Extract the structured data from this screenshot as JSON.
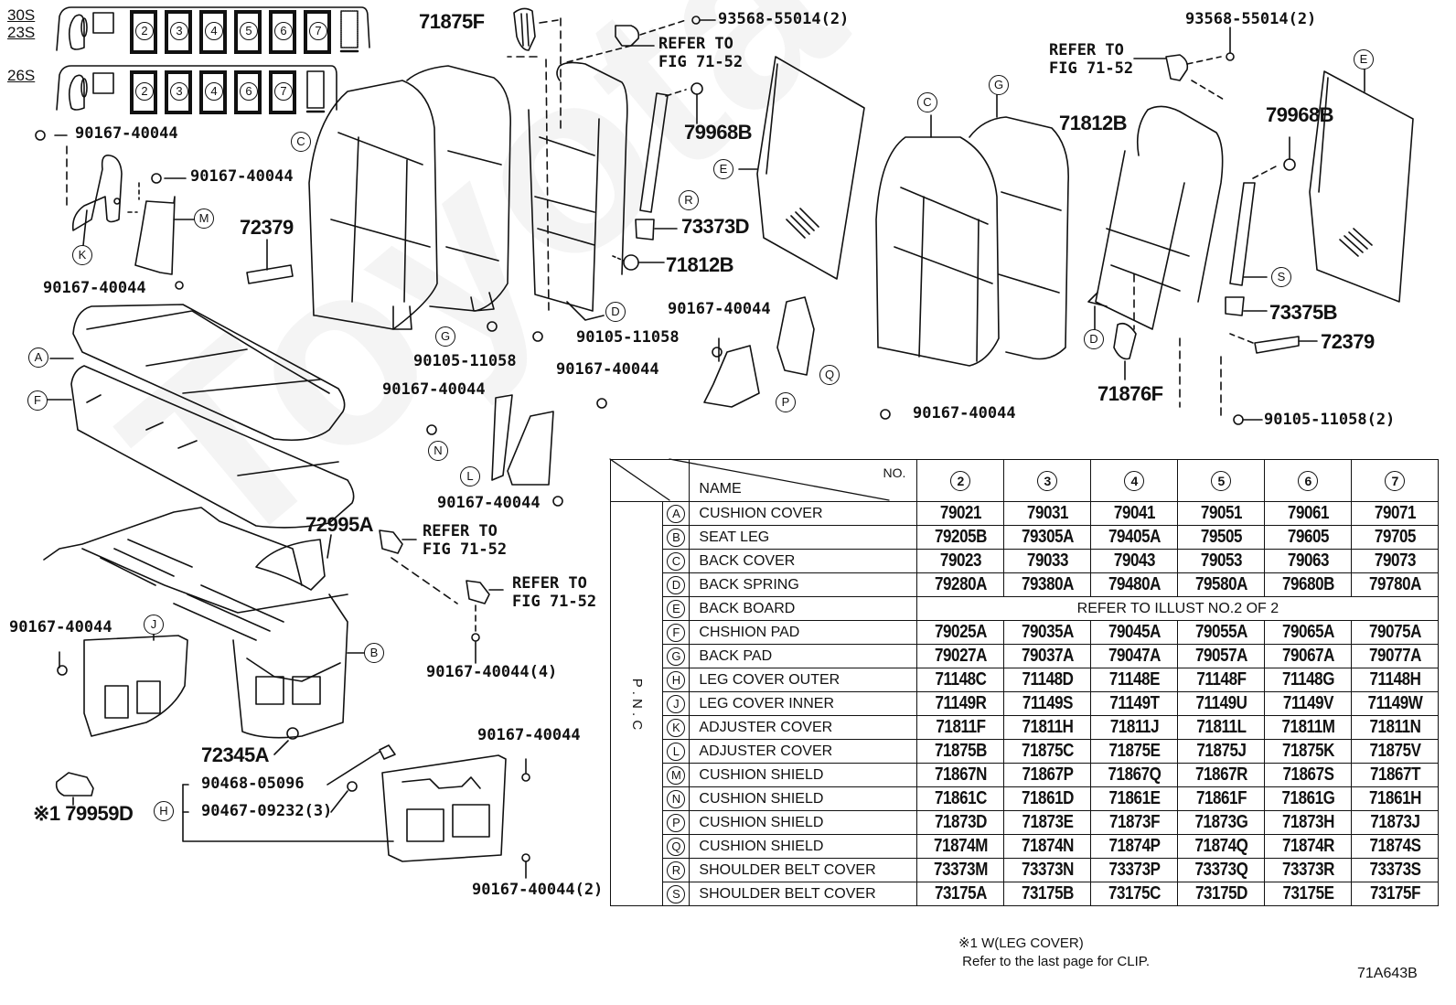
{
  "watermark": "ToyotaOnlineParts",
  "models": {
    "row1": {
      "labels": [
        "30S",
        "23S"
      ],
      "variants": [
        "2",
        "3",
        "4",
        "5",
        "6",
        "7"
      ]
    },
    "row2": {
      "labels": [
        "26S"
      ],
      "variants": [
        "2",
        "3",
        "4",
        "6",
        "7"
      ]
    }
  },
  "callouts": [
    {
      "id": "71875F",
      "text": "71875F"
    },
    {
      "id": "93568-55014-a",
      "text": "93568-55014(2)"
    },
    {
      "id": "refer-top-a",
      "text": "REFER TO\nFIG 71-52"
    },
    {
      "id": "79968B-a",
      "text": "79968B"
    },
    {
      "id": "73373D",
      "text": "73373D"
    },
    {
      "id": "71812B-a",
      "text": "71812B"
    },
    {
      "id": "90167-40044-k1",
      "text": "90167-40044"
    },
    {
      "id": "90167-40044-m1",
      "text": "90167-40044"
    },
    {
      "id": "72379-a",
      "text": "72379"
    },
    {
      "id": "90167-40044-m2",
      "text": "90167-40044"
    },
    {
      "id": "90105-11058-a",
      "text": "90105-11058"
    },
    {
      "id": "90105-11058-b",
      "text": "90105-11058"
    },
    {
      "id": "90167-40044-p",
      "text": "90167-40044"
    },
    {
      "id": "90167-40044-l1",
      "text": "90167-40044"
    },
    {
      "id": "90167-40044-n",
      "text": "90167-40044"
    },
    {
      "id": "90167-40044-l2",
      "text": "90167-40044"
    },
    {
      "id": "90167-40044-q",
      "text": "90167-40044"
    },
    {
      "id": "93568-55014-b",
      "text": "93568-55014(2)"
    },
    {
      "id": "refer-top-b",
      "text": "REFER TO\nFIG 71-52"
    },
    {
      "id": "71812B-b",
      "text": "71812B"
    },
    {
      "id": "79968B-b",
      "text": "79968B"
    },
    {
      "id": "73375B",
      "text": "73375B"
    },
    {
      "id": "72379-b",
      "text": "72379"
    },
    {
      "id": "71876F",
      "text": "71876F"
    },
    {
      "id": "90105-11058-c",
      "text": "90105-11058(2)"
    },
    {
      "id": "72995A",
      "text": "72995A"
    },
    {
      "id": "refer-mid-a",
      "text": "REFER TO\nFIG 71-52"
    },
    {
      "id": "refer-mid-b",
      "text": "REFER TO\nFIG 71-52"
    },
    {
      "id": "90167-40044-4",
      "text": "90167-40044(4)"
    },
    {
      "id": "90167-40044-j",
      "text": "90167-40044"
    },
    {
      "id": "72345A",
      "text": "72345A"
    },
    {
      "id": "90167-40044-h1",
      "text": "90167-40044"
    },
    {
      "id": "90468-05096",
      "text": "90468-05096"
    },
    {
      "id": "90467-09232",
      "text": "90467-09232(3)"
    },
    {
      "id": "79959D",
      "text": "※1 79959D"
    },
    {
      "id": "90167-40044-2",
      "text": "90167-40044(2)"
    }
  ],
  "keys": [
    "A",
    "B",
    "C",
    "D",
    "E",
    "F",
    "G",
    "H",
    "J",
    "K",
    "L",
    "M",
    "N",
    "P",
    "Q",
    "R",
    "S"
  ],
  "table": {
    "header": {
      "name": "NAME",
      "no": "NO.",
      "columns": [
        "2",
        "3",
        "4",
        "5",
        "6",
        "7"
      ]
    },
    "pnc_label": "P . N . C",
    "rows": [
      {
        "key": "A",
        "name": "CUSHION COVER",
        "codes": [
          "79021",
          "79031",
          "79041",
          "79051",
          "79061",
          "79071"
        ]
      },
      {
        "key": "B",
        "name": "SEAT  LEG",
        "codes": [
          "79205B",
          "79305A",
          "79405A",
          "79505",
          "79605",
          "79705"
        ]
      },
      {
        "key": "C",
        "name": "BACK COVER",
        "codes": [
          "79023",
          "79033",
          "79043",
          "79053",
          "79063",
          "79073"
        ]
      },
      {
        "key": "D",
        "name": "BACK SPRING",
        "codes": [
          "79280A",
          "79380A",
          "79480A",
          "79580A",
          "79680B",
          "79780A"
        ]
      },
      {
        "key": "E",
        "name": "BACK BOARD",
        "refer": "REFER TO ILLUST NO.2 OF 2"
      },
      {
        "key": "F",
        "name": "CHSHION PAD",
        "codes": [
          "79025A",
          "79035A",
          "79045A",
          "79055A",
          "79065A",
          "79075A"
        ]
      },
      {
        "key": "G",
        "name": "BACK PAD",
        "codes": [
          "79027A",
          "79037A",
          "79047A",
          "79057A",
          "79067A",
          "79077A"
        ]
      },
      {
        "key": "H",
        "name": "LEG COVER OUTER",
        "codes": [
          "71148C",
          "71148D",
          "71148E",
          "71148F",
          "71148G",
          "71148H"
        ]
      },
      {
        "key": "J",
        "name": "LEG COVER INNER",
        "codes": [
          "71149R",
          "71149S",
          "71149T",
          "71149U",
          "71149V",
          "71149W"
        ]
      },
      {
        "key": "K",
        "name": "ADJUSTER COVER",
        "codes": [
          "71811F",
          "71811H",
          "71811J",
          "71811L",
          "71811M",
          "71811N"
        ]
      },
      {
        "key": "L",
        "name": "ADJUSTER COVER",
        "codes": [
          "71875B",
          "71875C",
          "71875E",
          "71875J",
          "71875K",
          "71875V"
        ]
      },
      {
        "key": "M",
        "name": "CUSHION SHIELD",
        "codes": [
          "71867N",
          "71867P",
          "71867Q",
          "71867R",
          "71867S",
          "71867T"
        ]
      },
      {
        "key": "N",
        "name": "CUSHION SHIELD",
        "codes": [
          "71861C",
          "71861D",
          "71861E",
          "71861F",
          "71861G",
          "71861H"
        ]
      },
      {
        "key": "P",
        "name": "CUSHION SHIELD",
        "codes": [
          "71873D",
          "71873E",
          "71873F",
          "71873G",
          "71873H",
          "71873J"
        ]
      },
      {
        "key": "Q",
        "name": "CUSHION SHIELD",
        "codes": [
          "71874M",
          "71874N",
          "71874P",
          "71874Q",
          "71874R",
          "71874S"
        ]
      },
      {
        "key": "R",
        "name": "SHOULDER BELT COVER",
        "codes": [
          "73373M",
          "73373N",
          "73373P",
          "73373Q",
          "73373R",
          "73373S"
        ]
      },
      {
        "key": "S",
        "name": "SHOULDER BELT COVER",
        "codes": [
          "73175A",
          "73175B",
          "73175C",
          "73175D",
          "73175E",
          "73175F"
        ]
      }
    ]
  },
  "footnote": "※1 W(LEG COVER)\n Refer to the last page for CLIP.",
  "figure_id": "71A643B"
}
